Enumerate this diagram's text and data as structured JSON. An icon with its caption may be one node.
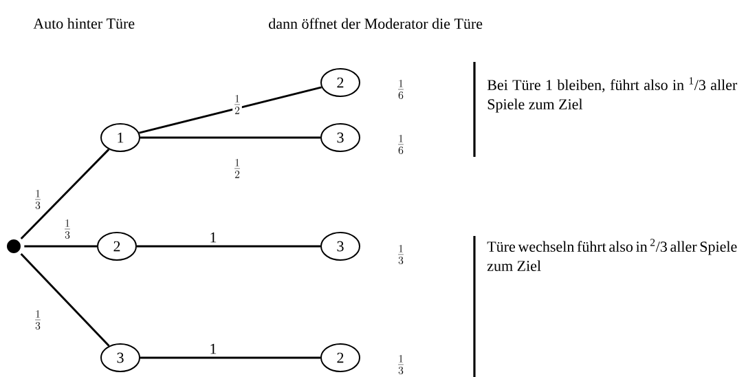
{
  "diagram": {
    "nodes": [
      {
        "text": [],
        "shape": "circle"
      },
      {
        "text": [
          "1"
        ]
      },
      {
        "text": [
          "2"
        ]
      },
      {
        "text": [
          "3"
        ]
      },
      {
        "text": [
          "2"
        ]
      },
      {
        "text": [
          "3"
        ]
      },
      {
        "text": [
          "3"
        ]
      },
      {
        "text": [
          "2"
        ]
      }
    ],
    "edges": [
      {
        "from": 0,
        "to": 1,
        "arrow": "none",
        "label": "\\frac{1}{3}"
      },
      {
        "from": 0,
        "to": 2,
        "arrow": "none",
        "label": "\\frac{1}{3}"
      },
      {
        "from": 0,
        "to": 3,
        "arrow": "none",
        "label": "\\frac{1}{3}"
      },
      {
        "from": 1,
        "to": 4,
        "arrow": "none",
        "label": "\\frac{1}{2}"
      },
      {
        "from": 1,
        "to": 5,
        "arrow": "none",
        "label": "\\frac{1}{2}"
      },
      {
        "from": 2,
        "to": 6,
        "arrow": "none",
        "label": "1"
      },
      {
        "from": 3,
        "to": 7,
        "arrow": "none",
        "label": "1"
      }
    ],
    "labels": [
      "Auto hinter Türe",
      "dann öffnet der Moderator die Türe",
      "\\frac{1}{6}",
      "Bei Türe 1 bleiben, führt also in $^{1}$/3 aller Spiele zum Ziel",
      "\\frac{1}{6}",
      "\\frac{1}{3}",
      "Türe wechseln führt also in $^{2}$/3 aller Spiele zum Ziel",
      "\\frac{1}{3}"
    ]
  }
}
